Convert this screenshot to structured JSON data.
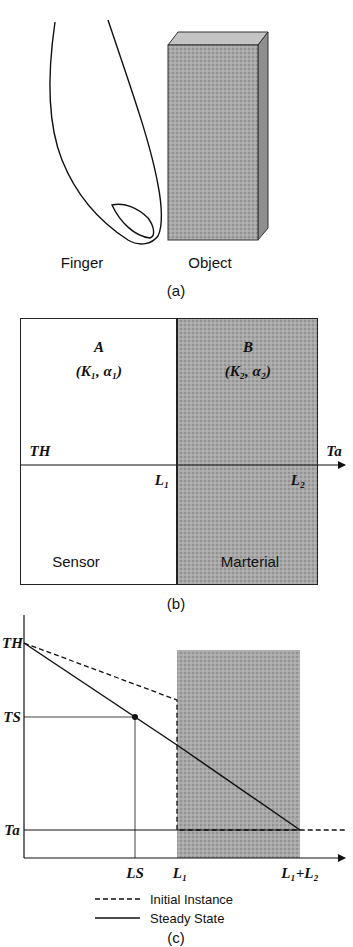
{
  "diagram": {
    "nodes": [
      {
        "text": [
          "A",
          "(K₁, α₁)",
          "Sensor"
        ]
      },
      {
        "text": [
          "B",
          "(K₂, α₂)",
          "Marterial"
        ]
      }
    ],
    "labels": [
      "Finger",
      "Object",
      "(a)",
      "TH",
      "Ta",
      "L₁",
      "L₂",
      "(b)",
      "TH",
      "TS",
      "Ta",
      "LS",
      "L₁",
      "L₁+L₂",
      "(c)"
    ],
    "legend": [
      {
        "text": "Initial Instance"
      },
      {
        "text": "Steady State"
      }
    ]
  }
}
